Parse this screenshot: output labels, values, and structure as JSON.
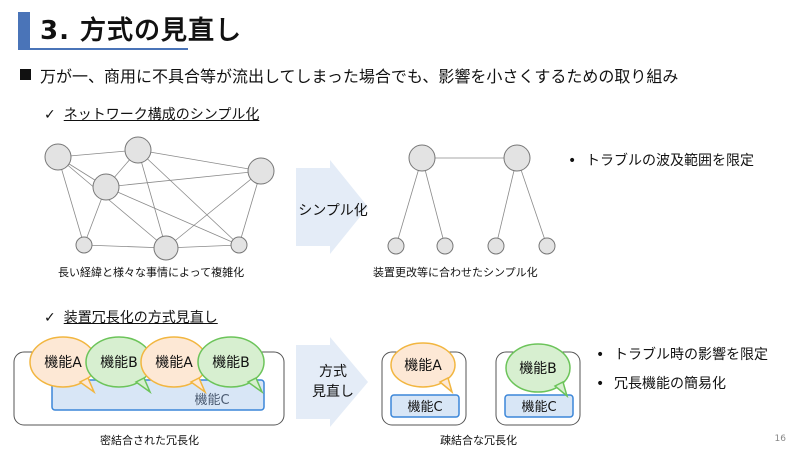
{
  "title": "3. 方式の見直し",
  "lead": "万が一、商用に不具合等が流出してしまった場合でも、影響を小さくするための取り組み",
  "section1": {
    "check": "✓",
    "heading": "ネットワーク構成のシンプル化",
    "arrow_label": "シンプル化",
    "left_caption": "長い経緯と様々な事情によって複雑化",
    "right_caption": "装置更改等に合わせたシンプル化",
    "notes": [
      "トラブルの波及範囲を限定"
    ]
  },
  "section2": {
    "check": "✓",
    "heading": "装置冗長化の方式見直し",
    "arrow_label_line1": "方式",
    "arrow_label_line2": "見直し",
    "left_caption": "密結合された冗長化",
    "right_caption": "疎結合な冗長化",
    "func_a": "機能A",
    "func_b": "機能B",
    "func_c": "機能C",
    "notes": [
      "トラブル時の影響を限定",
      "冗長機能の簡易化"
    ]
  },
  "colors": {
    "accent": "#4a74b8",
    "node_fill": "#e3e3e3",
    "node_stroke": "#777777",
    "arrow": "#e4ecf7",
    "func_a_fill": "#fde8d5",
    "func_a_stroke": "#f2b640",
    "func_b_fill": "#d7efd0",
    "func_b_stroke": "#6cc45a",
    "func_c_fill": "#d8e6f6",
    "func_c_stroke": "#3b86d8"
  },
  "page_number": "16"
}
